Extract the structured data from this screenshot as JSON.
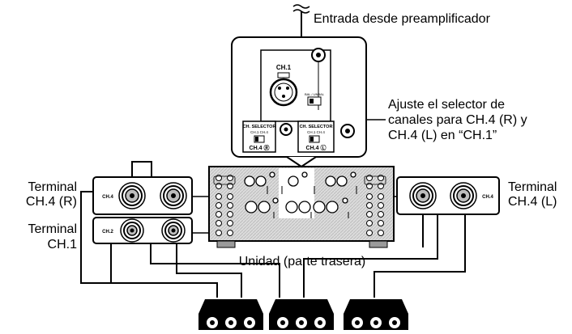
{
  "labels": {
    "preamp_input": "Entrada desde preamplificador",
    "selector_note": [
      "Ajuste el selector de",
      "canales para CH.4 (R) y",
      "CH.4 (L) en “CH.1”"
    ],
    "terminal_ch4r": [
      "Terminal",
      "CH.4 (R)"
    ],
    "terminal_ch1": [
      "Terminal",
      "CH.1"
    ],
    "terminal_ch4l": [
      "Terminal",
      "CH.4 (L)"
    ],
    "unit_rear": "Unidad (parte trasera)"
  },
  "panel_text": {
    "xlr_label": "CH.1",
    "balance_switch": "BAL / UNBAL",
    "ch_selector_left": "CH. SELECTOR",
    "ch_selector_right": "CH. SELECTOR",
    "sel_opts_left": "CH.1  CH.4",
    "sel_opts_right": "CH.1  CH.4",
    "ch4r_mark": "CH.4 Ⓡ",
    "ch4l_mark": "CH.4 Ⓛ",
    "left_box_ch4": "CH.4",
    "left_box_ch2": "CH.2",
    "right_box_ch4": "CH.4"
  },
  "speakers": {
    "count": 3,
    "terminals_per_speaker": 3
  },
  "colors": {
    "line": "#000000",
    "panel_fill": "#ffffff",
    "unit_fill": "#e6e6e6",
    "jack_fill": "#d0d0d0"
  }
}
